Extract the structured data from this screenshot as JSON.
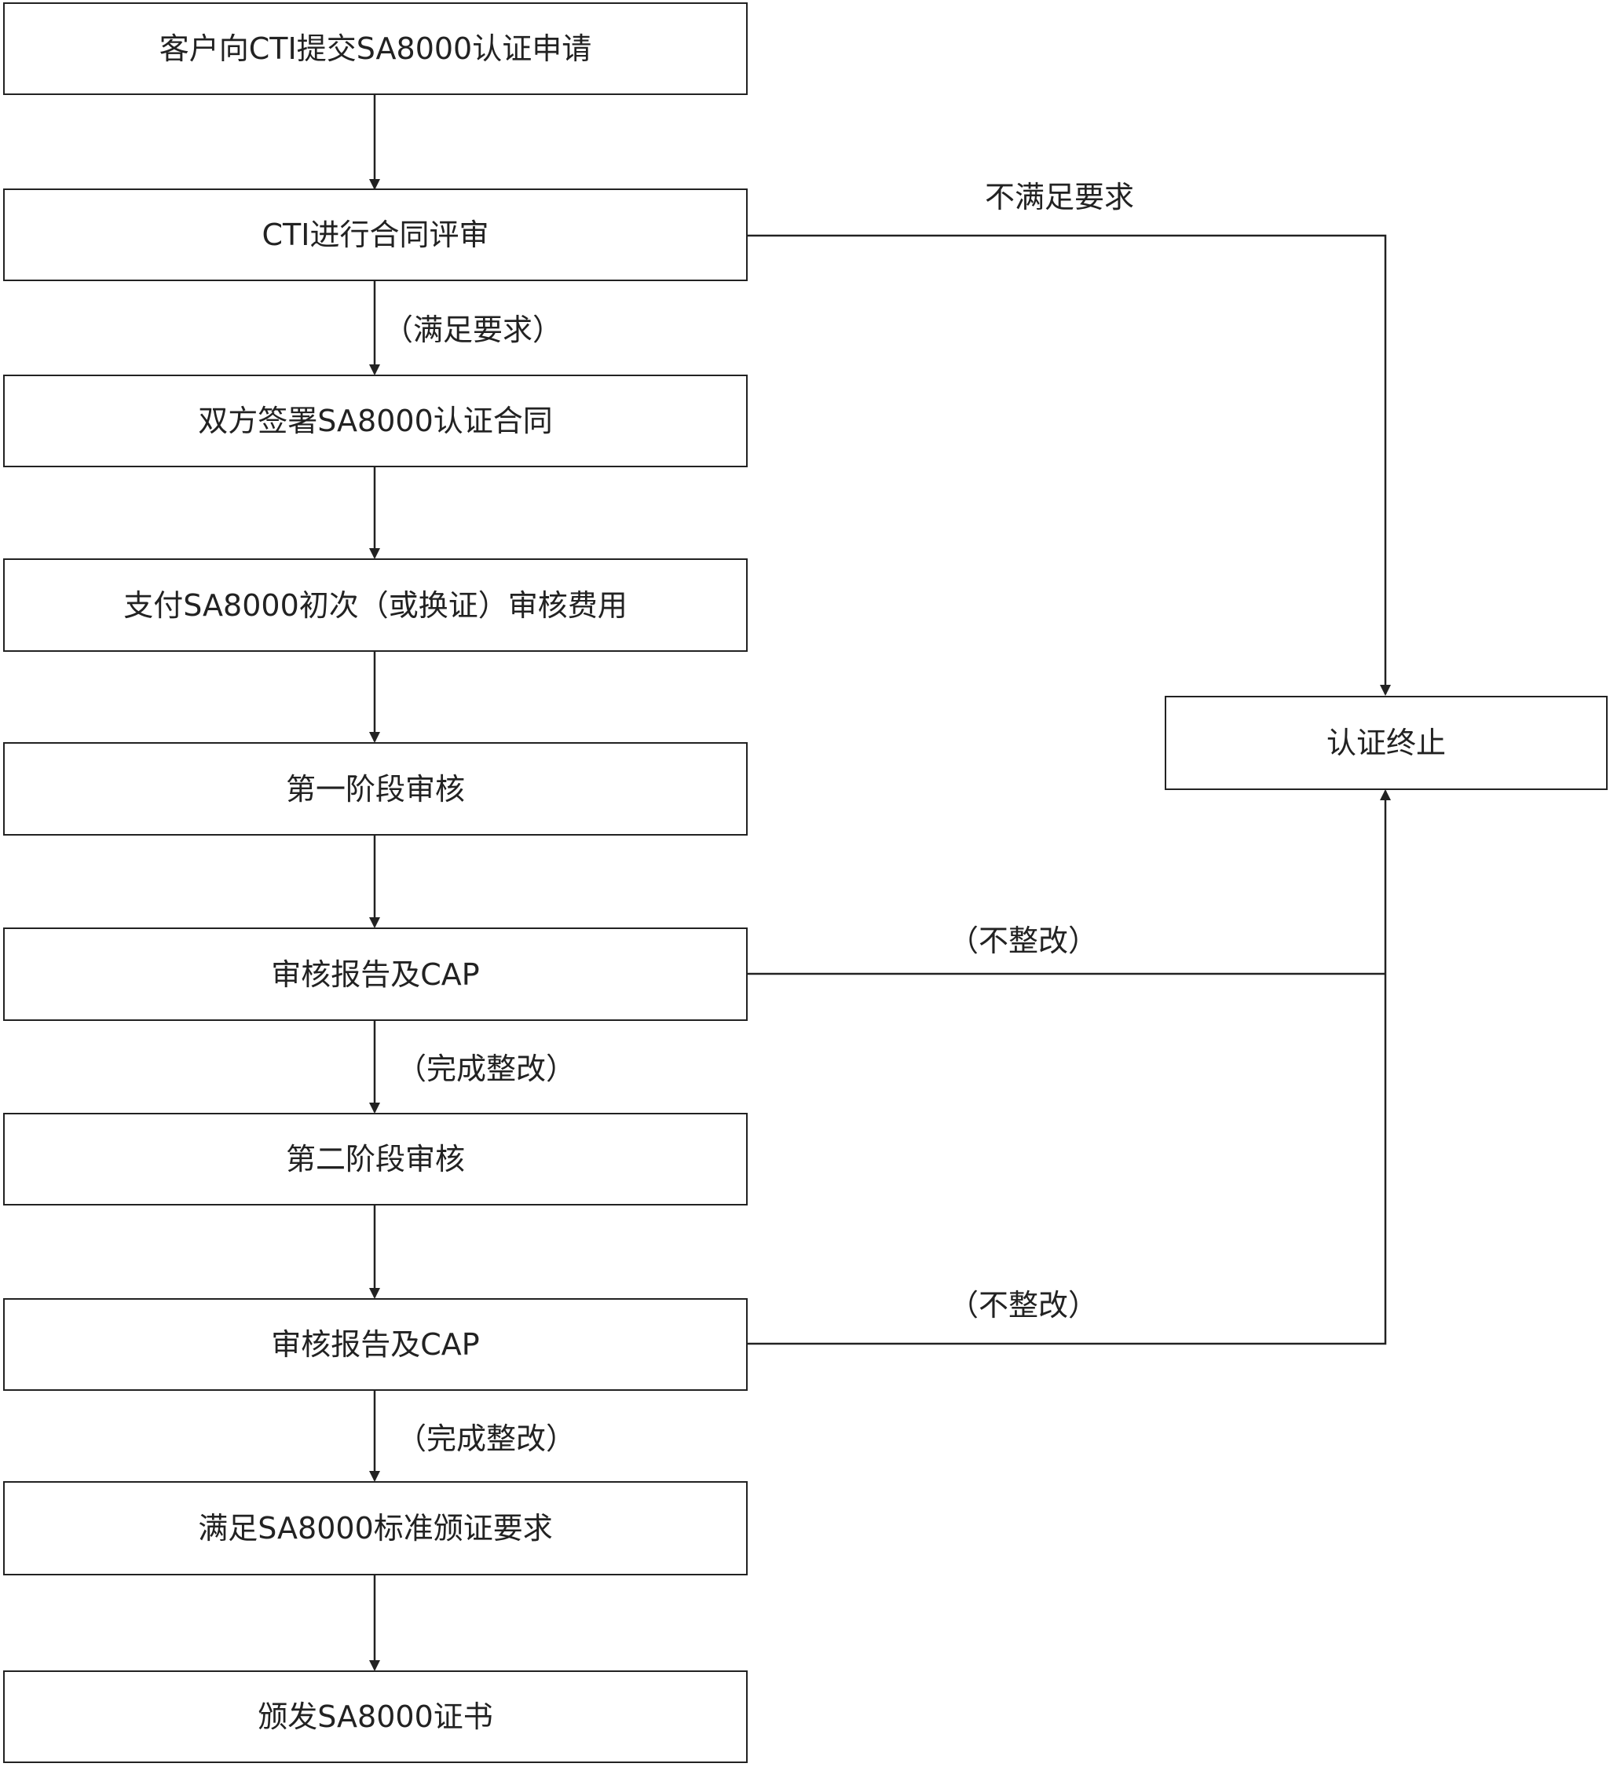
{
  "nodes": {
    "apply": "客户向CTI提交SA8000认证申请",
    "contract_review": "CTI进行合同评审",
    "sign_contract": "双方签署SA8000认证合同",
    "pay_fee": "支付SA8000初次（或换证）审核费用",
    "stage1_audit": "第一阶段审核",
    "report_cap_1": "审核报告及CAP",
    "stage2_audit": "第二阶段审核",
    "report_cap_2": "审核报告及CAP",
    "meet_requirements": "满足SA8000标准颁证要求",
    "issue_certificate": "颁发SA8000证书",
    "terminate": "认证终止"
  },
  "edge_labels": {
    "requirements_met": "（满足要求）",
    "requirements_not_met": "不满足要求",
    "no_rectification_1": "（不整改）",
    "rectification_done_1": "（完成整改）",
    "no_rectification_2": "（不整改）",
    "rectification_done_2": "（完成整改）"
  }
}
